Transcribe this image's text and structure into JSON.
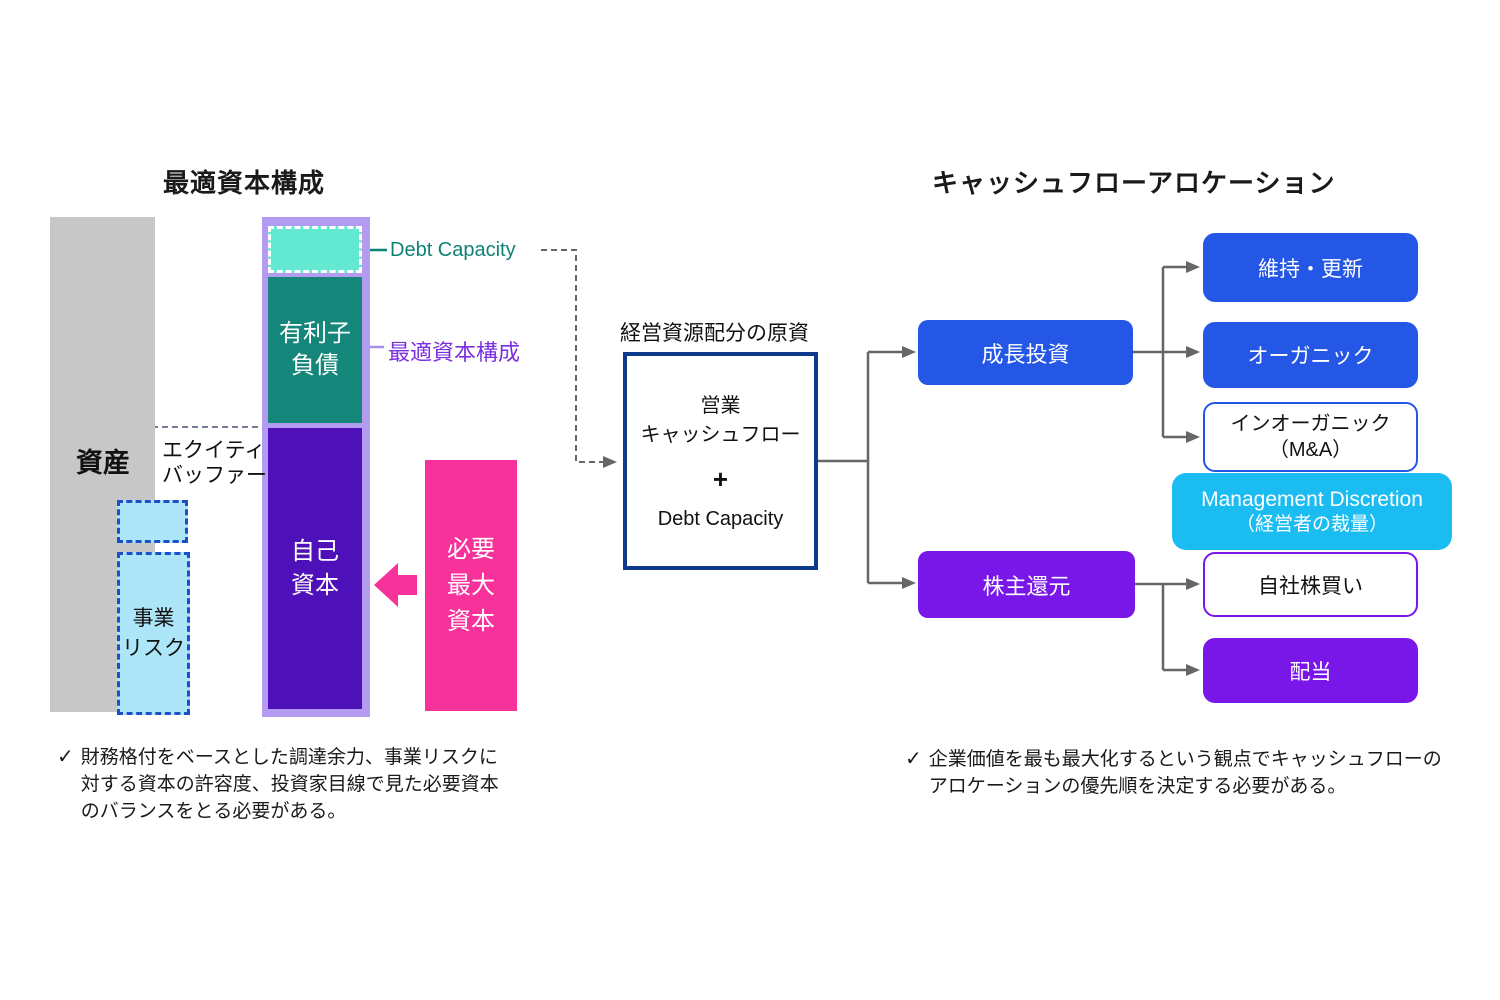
{
  "left": {
    "title": "最適資本構成",
    "assets_label": "資産",
    "equity_buffer_label": "エクイティ\nバッファー",
    "debt_capacity_label": "Debt Capacity",
    "optimal_structure_label": "最適資本構成",
    "interest_bearing_debt": "有利子\n負債",
    "equity_capital": "自己\n資本",
    "business_risk": "事業\nリスク",
    "required_max_capital": "必要\n最大\n資本",
    "note_check": "✓",
    "note": "財務格付をベースとした調達余力、事業リスクに\n対する資本の許容度、投資家目線で見た必要資本\nのバランスをとる必要がある。"
  },
  "center": {
    "title": "経営資源配分の原資",
    "operating_cf": "営業\nキャッシュフロー",
    "plus": "+",
    "debt_capacity": "Debt Capacity"
  },
  "right": {
    "title": "キャッシュフローアロケーション",
    "growth_investment": "成長投資",
    "shareholder_return": "株主還元",
    "maintenance_renewal": "維持・更新",
    "organic": "オーガニック",
    "inorganic": "インオーガニック\n（M&A）",
    "management_discretion_line1": "Management Discretion",
    "management_discretion_line2": "（経営者の裁量）",
    "share_buyback": "自社株買い",
    "dividend": "配当",
    "note_check": "✓",
    "note": "企業価値を最も最大化するという観点でキャッシュフローの\nアロケーションの優先順を決定する必要がある。"
  },
  "colors": {
    "gray_bar": "#C7C7C7",
    "outer_bar_purple": "#B29BF0",
    "debt_capacity_fill": "#63E9D2",
    "interest_debt_teal": "#15867A",
    "equity_purple": "#4E10B8",
    "business_risk_fill": "#ADE6F9",
    "risk_border_blue": "#1D50C8",
    "required_capital_pink": "#F7339B",
    "growth_blue": "#2457E5",
    "shareholder_purple": "#7916E8",
    "management_blue": "#1BBCF2",
    "center_box_border_navy": "#0D3A8D",
    "connector_gray": "#666666",
    "debt_capacity_text_teal": "#0E8276",
    "optimal_label_purple": "#7B2FE3",
    "equity_buffer_arrow_purple": "#5C16BC",
    "risk_arrow_blue": "#2C5CE6"
  }
}
